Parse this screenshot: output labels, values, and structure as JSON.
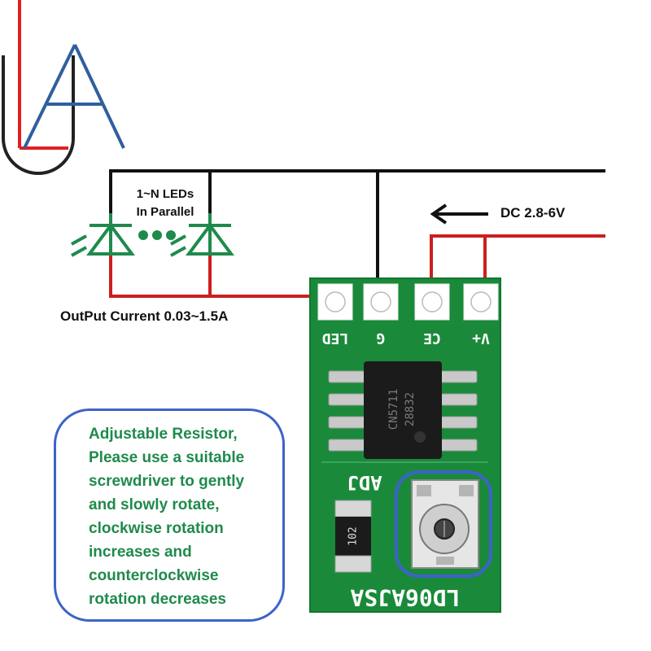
{
  "logo": {
    "text": "UA",
    "colors": {
      "red": "#e02020",
      "blue": "#2f5f9e",
      "dark": "#222222"
    }
  },
  "leds": {
    "label_line1": "1~N LEDs",
    "label_line2": "In Parallel",
    "color": "#1f8a4c"
  },
  "supply": {
    "label": "DC 2.8-6V"
  },
  "output": {
    "label": "OutPut Current 0.03~1.5A"
  },
  "board": {
    "model": "LD06AJSA",
    "pin_labels": [
      "LED",
      "G",
      "CE",
      "V+"
    ],
    "adj_label": "ADJ",
    "chip_line1": "CN5711",
    "chip_line2": "28832",
    "resistor_label": "102",
    "pcb_color": "#1a8a3a",
    "silk_color": "#ffffff"
  },
  "wire_colors": {
    "black": "#111111",
    "red": "#cc1f1f"
  },
  "callout": {
    "border_color": "#3d63c9",
    "lines": [
      "Adjustable Resistor,",
      "Please use a suitable",
      "screwdriver to gently",
      "and slowly rotate,",
      "clockwise rotation",
      "increases and",
      "counterclockwise",
      "rotation decreases"
    ]
  }
}
